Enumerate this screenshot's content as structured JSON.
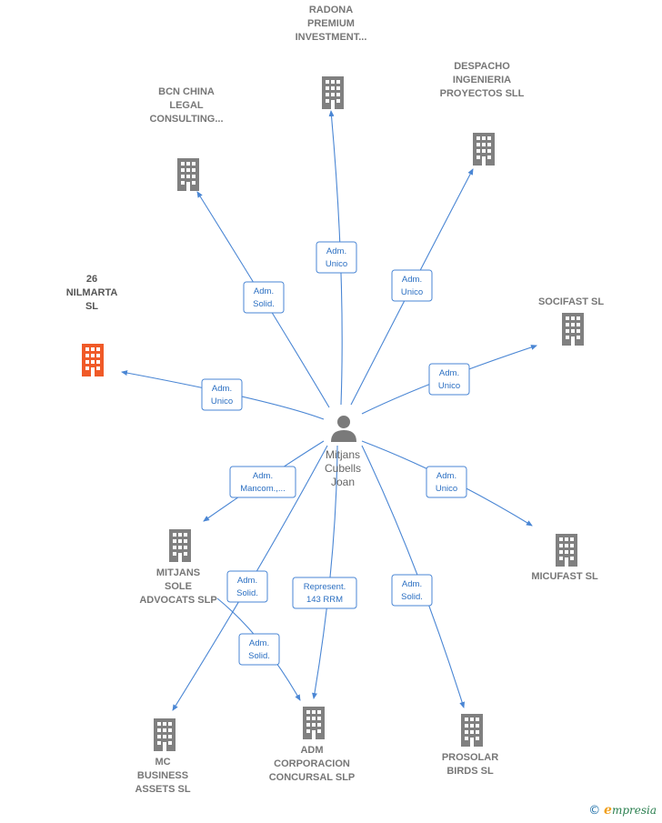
{
  "colors": {
    "edge": "#4a86d4",
    "company": "#808080",
    "highlight": "#f05a28",
    "person": "#666666"
  },
  "center": {
    "icon": "person-icon",
    "lines": [
      "Mitjans",
      "Cubells",
      "Joan"
    ]
  },
  "companies": [
    {
      "id": "radona",
      "lines": [
        "RADONA",
        "PREMIUM",
        "INVESTMENT..."
      ],
      "icon": "building-icon",
      "highlight": false
    },
    {
      "id": "despacho",
      "lines": [
        "DESPACHO",
        "INGENIERIA",
        "PROYECTOS SLL"
      ],
      "icon": "building-icon",
      "highlight": false
    },
    {
      "id": "bcn",
      "lines": [
        "BCN CHINA",
        "LEGAL",
        "CONSULTING..."
      ],
      "icon": "building-icon",
      "highlight": false
    },
    {
      "id": "socifast",
      "lines": [
        "SOCIFAST  SL"
      ],
      "icon": "building-icon",
      "highlight": false
    },
    {
      "id": "nilmarta",
      "lines": [
        "26",
        "NILMARTA",
        "SL"
      ],
      "icon": "building-icon",
      "highlight": true
    },
    {
      "id": "mitjans-sole",
      "lines": [
        "MITJANS",
        "SOLE",
        "ADVOCATS  SLP"
      ],
      "icon": "building-icon",
      "highlight": false
    },
    {
      "id": "micufast",
      "lines": [
        "MICUFAST  SL"
      ],
      "icon": "building-icon",
      "highlight": false
    },
    {
      "id": "mc",
      "lines": [
        "MC",
        "BUSINESS",
        "ASSETS  SL"
      ],
      "icon": "building-icon",
      "highlight": false
    },
    {
      "id": "adm",
      "lines": [
        "ADM",
        "CORPORACION",
        "CONCURSAL SLP"
      ],
      "icon": "building-icon",
      "highlight": false
    },
    {
      "id": "prosolar",
      "lines": [
        "PROSOLAR",
        "BIRDS  SL"
      ],
      "icon": "building-icon",
      "highlight": false
    }
  ],
  "roles": [
    {
      "id": "r-radona",
      "lines": [
        "Adm.",
        "Unico"
      ]
    },
    {
      "id": "r-despacho",
      "lines": [
        "Adm.",
        "Unico"
      ]
    },
    {
      "id": "r-bcn",
      "lines": [
        "Adm.",
        "Solid."
      ]
    },
    {
      "id": "r-socifast",
      "lines": [
        "Adm.",
        "Unico"
      ]
    },
    {
      "id": "r-nilmarta",
      "lines": [
        "Adm.",
        "Unico"
      ]
    },
    {
      "id": "r-mitjans-sole",
      "lines": [
        "Adm.",
        "Mancom.,..."
      ]
    },
    {
      "id": "r-micufast",
      "lines": [
        "Adm.",
        "Unico"
      ]
    },
    {
      "id": "r-mc",
      "lines": [
        "Adm.",
        "Solid."
      ]
    },
    {
      "id": "r-adm-rep",
      "lines": [
        "Represent.",
        "143 RRM"
      ]
    },
    {
      "id": "r-adm-sol",
      "lines": [
        "Adm.",
        "Solid."
      ]
    },
    {
      "id": "r-prosolar",
      "lines": [
        "Adm.",
        "Solid."
      ]
    }
  ],
  "footer": {
    "copyright": "©",
    "brand_initial": "e",
    "brand_rest": "mpresia"
  }
}
